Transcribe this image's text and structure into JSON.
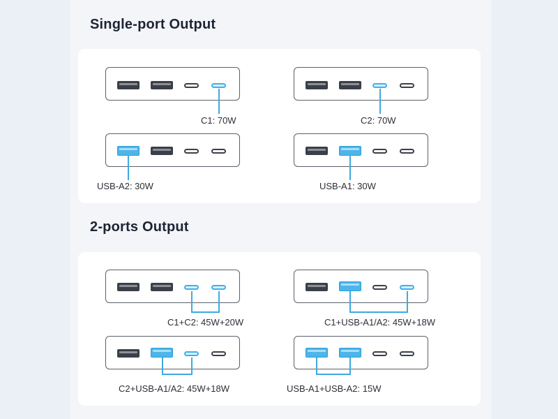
{
  "sections": {
    "single": {
      "title": "Single-port Output"
    },
    "dual": {
      "title": "2-ports Output"
    }
  },
  "single_port": [
    {
      "label": "C1: 70W",
      "active_ports": [
        "c1"
      ]
    },
    {
      "label": "C2: 70W",
      "active_ports": [
        "c2"
      ]
    },
    {
      "label": "USB-A2: 30W",
      "active_ports": [
        "a2"
      ]
    },
    {
      "label": "USB-A1: 30W",
      "active_ports": [
        "a1"
      ]
    }
  ],
  "dual_port": [
    {
      "label": "C1+C2: 45W+20W",
      "active_ports": [
        "c1",
        "c2"
      ]
    },
    {
      "label": "C1+USB-A1/A2: 45W+18W",
      "active_ports": [
        "a1",
        "c1"
      ]
    },
    {
      "label": "C2+USB-A1/A2: 45W+18W",
      "active_ports": [
        "a1",
        "c2"
      ]
    },
    {
      "label": "USB-A1+USB-A2: 15W",
      "active_ports": [
        "a2",
        "a1"
      ]
    }
  ],
  "colors": {
    "accent": "#3fa9e0",
    "device_outline": "#5b6069",
    "card_bg": "#ffffff",
    "page_bg": "#eaf0f6"
  }
}
